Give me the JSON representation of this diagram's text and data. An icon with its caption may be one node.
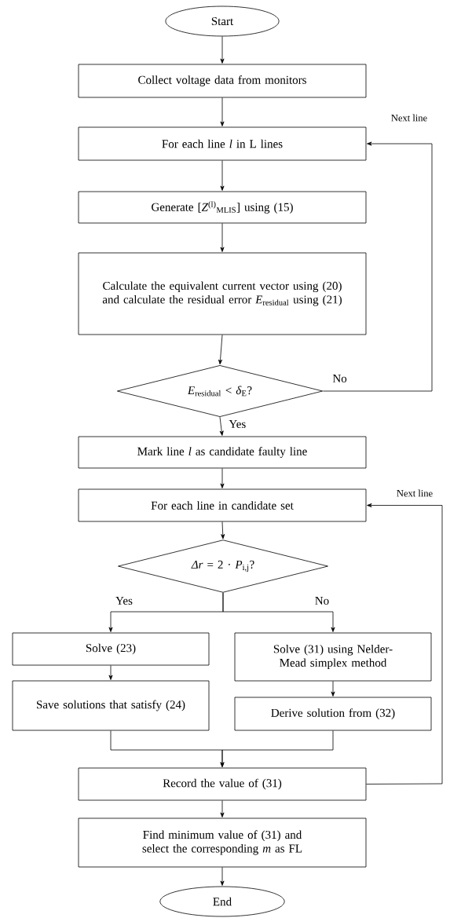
{
  "diagram": {
    "nodes": [
      {
        "text": [
          "Start"
        ]
      },
      {
        "text": [
          "Collect voltage data from monitors"
        ]
      },
      {
        "text": [
          "For each line *l* in L lines"
        ]
      },
      {
        "text": [
          "Generate [*Z*$^{(l)}$$_{MLIS}$] using (15)"
        ]
      },
      {
        "text": [
          "Calculate the equivalent current vector using (20) and calculate the residual error *E*$_{residual}$ using (21)"
        ]
      },
      {
        "text": [
          "*E*$_{residual}$ < *δ*$_{E}$?"
        ]
      },
      {
        "text": [
          "Mark line *l* as candidate faulty line"
        ]
      },
      {
        "text": [
          "For each line in candidate set"
        ]
      },
      {
        "text": [
          "*Δr* = 2 · *P*$_{i,j}$?"
        ]
      },
      {
        "text": [
          "Solve (23)"
        ]
      },
      {
        "text": [
          "Solve (31) using Nelder-Mead simplex method"
        ]
      },
      {
        "text": [
          "Save solutions that satisfy (24)"
        ]
      },
      {
        "text": [
          "Derive solution from (32)"
        ]
      },
      {
        "text": [
          "Record the value of (31)"
        ]
      },
      {
        "text": [
          "Find minimum value of (31) and select the corresponding *m* as FL"
        ]
      },
      {
        "text": [
          "End"
        ]
      }
    ],
    "edges": [
      {
        "from": 0,
        "to": 1,
        "arrow": "to"
      },
      {
        "from": 1,
        "to": 2,
        "arrow": "to"
      },
      {
        "from": 2,
        "to": 3,
        "arrow": "to"
      },
      {
        "from": 3,
        "to": 4,
        "arrow": "to"
      },
      {
        "from": 4,
        "to": 5,
        "arrow": "to"
      },
      {
        "from": 5,
        "to": 6,
        "arrow": "to",
        "label": "Yes"
      },
      {
        "from": 5,
        "to": 2,
        "arrow": "to",
        "label": "No"
      },
      {
        "from": 6,
        "to": 7,
        "arrow": "to"
      },
      {
        "from": 7,
        "to": 8,
        "arrow": "to"
      },
      {
        "from": 8,
        "to": 9,
        "arrow": "to",
        "label": "Yes"
      },
      {
        "from": 8,
        "to": 10,
        "arrow": "to",
        "label": "No"
      },
      {
        "from": 9,
        "to": 11,
        "arrow": "to"
      },
      {
        "from": 10,
        "to": 12,
        "arrow": "to"
      },
      {
        "from": 11,
        "to": 13,
        "arrow": "to"
      },
      {
        "from": 12,
        "to": 13,
        "arrow": "to"
      },
      {
        "from": 13,
        "to": 7,
        "arrow": "to"
      },
      {
        "from": 13,
        "to": 14,
        "arrow": "to"
      },
      {
        "from": 14,
        "to": 15,
        "arrow": "to"
      }
    ],
    "labels": [
      "Next line",
      "Next line"
    ]
  }
}
